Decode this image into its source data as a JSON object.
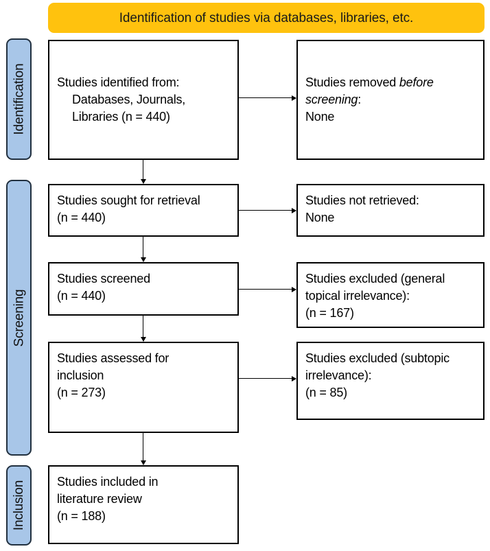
{
  "banner": {
    "title": "Identification of studies via databases, libraries, etc."
  },
  "colors": {
    "banner_fill": "#FFC20E",
    "stage_fill": "#A8C6E8",
    "stage_border": "#21303F",
    "box_border": "#000000",
    "background": "#FFFFFF"
  },
  "stages": [
    {
      "id": "identification",
      "label": "Identification"
    },
    {
      "id": "screening",
      "label": "Screening"
    },
    {
      "id": "inclusion",
      "label": "Inclusion"
    }
  ],
  "boxes": {
    "identified": {
      "line1": "Studies identified from:",
      "line2": "Databases, Journals,",
      "line3": "Libraries (n = 440)",
      "count": 440
    },
    "removed": {
      "line1_pre": "Studies removed ",
      "line1_em": "before",
      "line2_em": "screening",
      "line2_post": ":",
      "line3": "None",
      "count": 0
    },
    "sought": {
      "line1": "Studies sought for retrieval",
      "line2": "(n = 440)",
      "count": 440
    },
    "not_retrieved": {
      "line1": "Studies not retrieved:",
      "line2": "None",
      "count": 0
    },
    "screened": {
      "line1": "Studies screened",
      "line2": "(n = 440)",
      "count": 440
    },
    "excluded_general": {
      "line1": "Studies excluded (general",
      "line2": "topical irrelevance):",
      "line3": "(n = 167)",
      "count": 167
    },
    "assessed": {
      "line1": "Studies assessed for",
      "line2": "inclusion",
      "line3": "(n = 273)",
      "count": 273
    },
    "excluded_subtopic": {
      "line1": "Studies excluded (subtopic",
      "line2": "irrelevance):",
      "line3": "(n = 85)",
      "count": 85
    },
    "included": {
      "line1": "Studies included in",
      "line2": "literature review",
      "line3": "(n = 188)",
      "count": 188
    }
  }
}
